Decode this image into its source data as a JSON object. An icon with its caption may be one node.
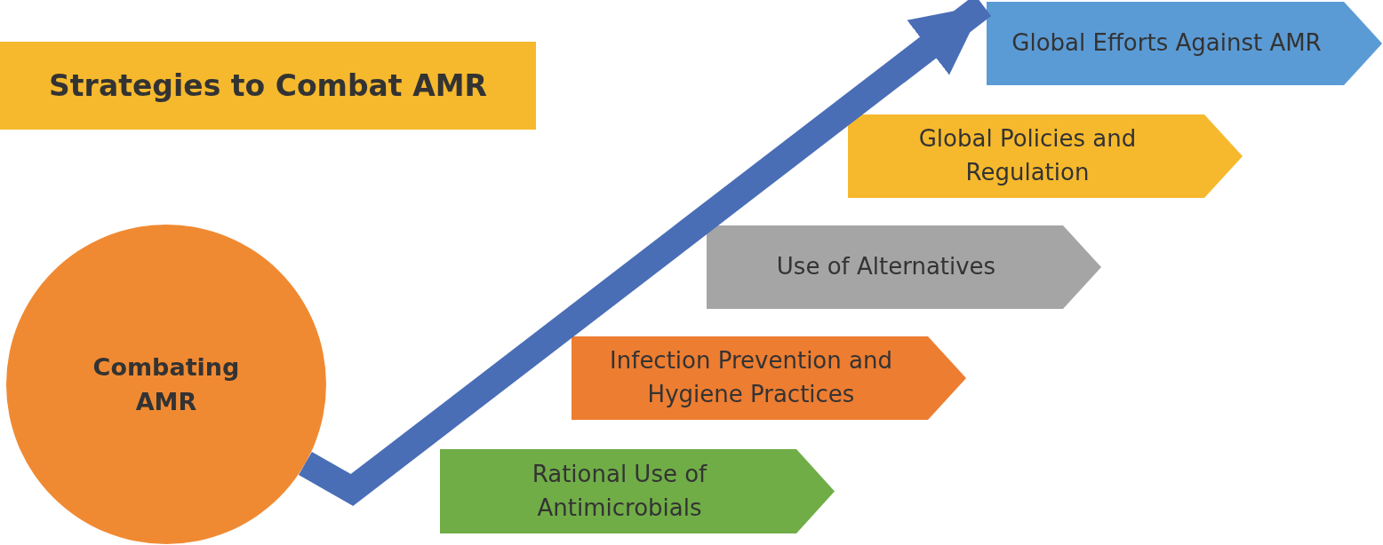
{
  "diagram": {
    "nodes": [
      {
        "text": [
          "Strategies to Combat AMR"
        ]
      },
      {
        "text": [
          "Combating AMR"
        ]
      },
      {
        "text": [
          "Global Efforts Against AMR"
        ]
      },
      {
        "text": [
          "Global Policies and Regulation"
        ]
      },
      {
        "text": [
          "Use of Alternatives"
        ]
      },
      {
        "text": [
          "Infection Prevention and Hygiene Practices"
        ]
      },
      {
        "text": [
          "Rational Use of Antimicrobials"
        ]
      }
    ],
    "edges": [
      {
        "from": 1,
        "to": 2,
        "arrow": "to"
      }
    ]
  }
}
